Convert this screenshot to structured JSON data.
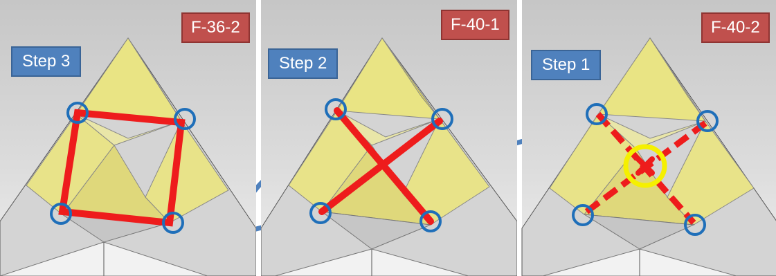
{
  "panels": [
    {
      "step": "Step 3",
      "code": "F-36-2",
      "overlay": "square",
      "colors": {
        "stroke": "#ee1c1c",
        "marker": "#1f6fb9"
      }
    },
    {
      "step": "Step 2",
      "code": "F-40-1",
      "overlay": "solid-cross",
      "colors": {
        "stroke": "#ee1c1c",
        "marker": "#1f6fb9"
      }
    },
    {
      "step": "Step 1",
      "code": "F-40-2",
      "overlay": "dashed-cross-with-center",
      "colors": {
        "stroke": "#ee1c1c",
        "marker": "#1f6fb9",
        "center": "#f5f000"
      }
    }
  ],
  "colors": {
    "background": "#d9d9d9",
    "pyramid_face": "#e8e26a",
    "step_label": "#4f81bd",
    "code_label": "#c0504d",
    "connector": "#4f81bd"
  }
}
